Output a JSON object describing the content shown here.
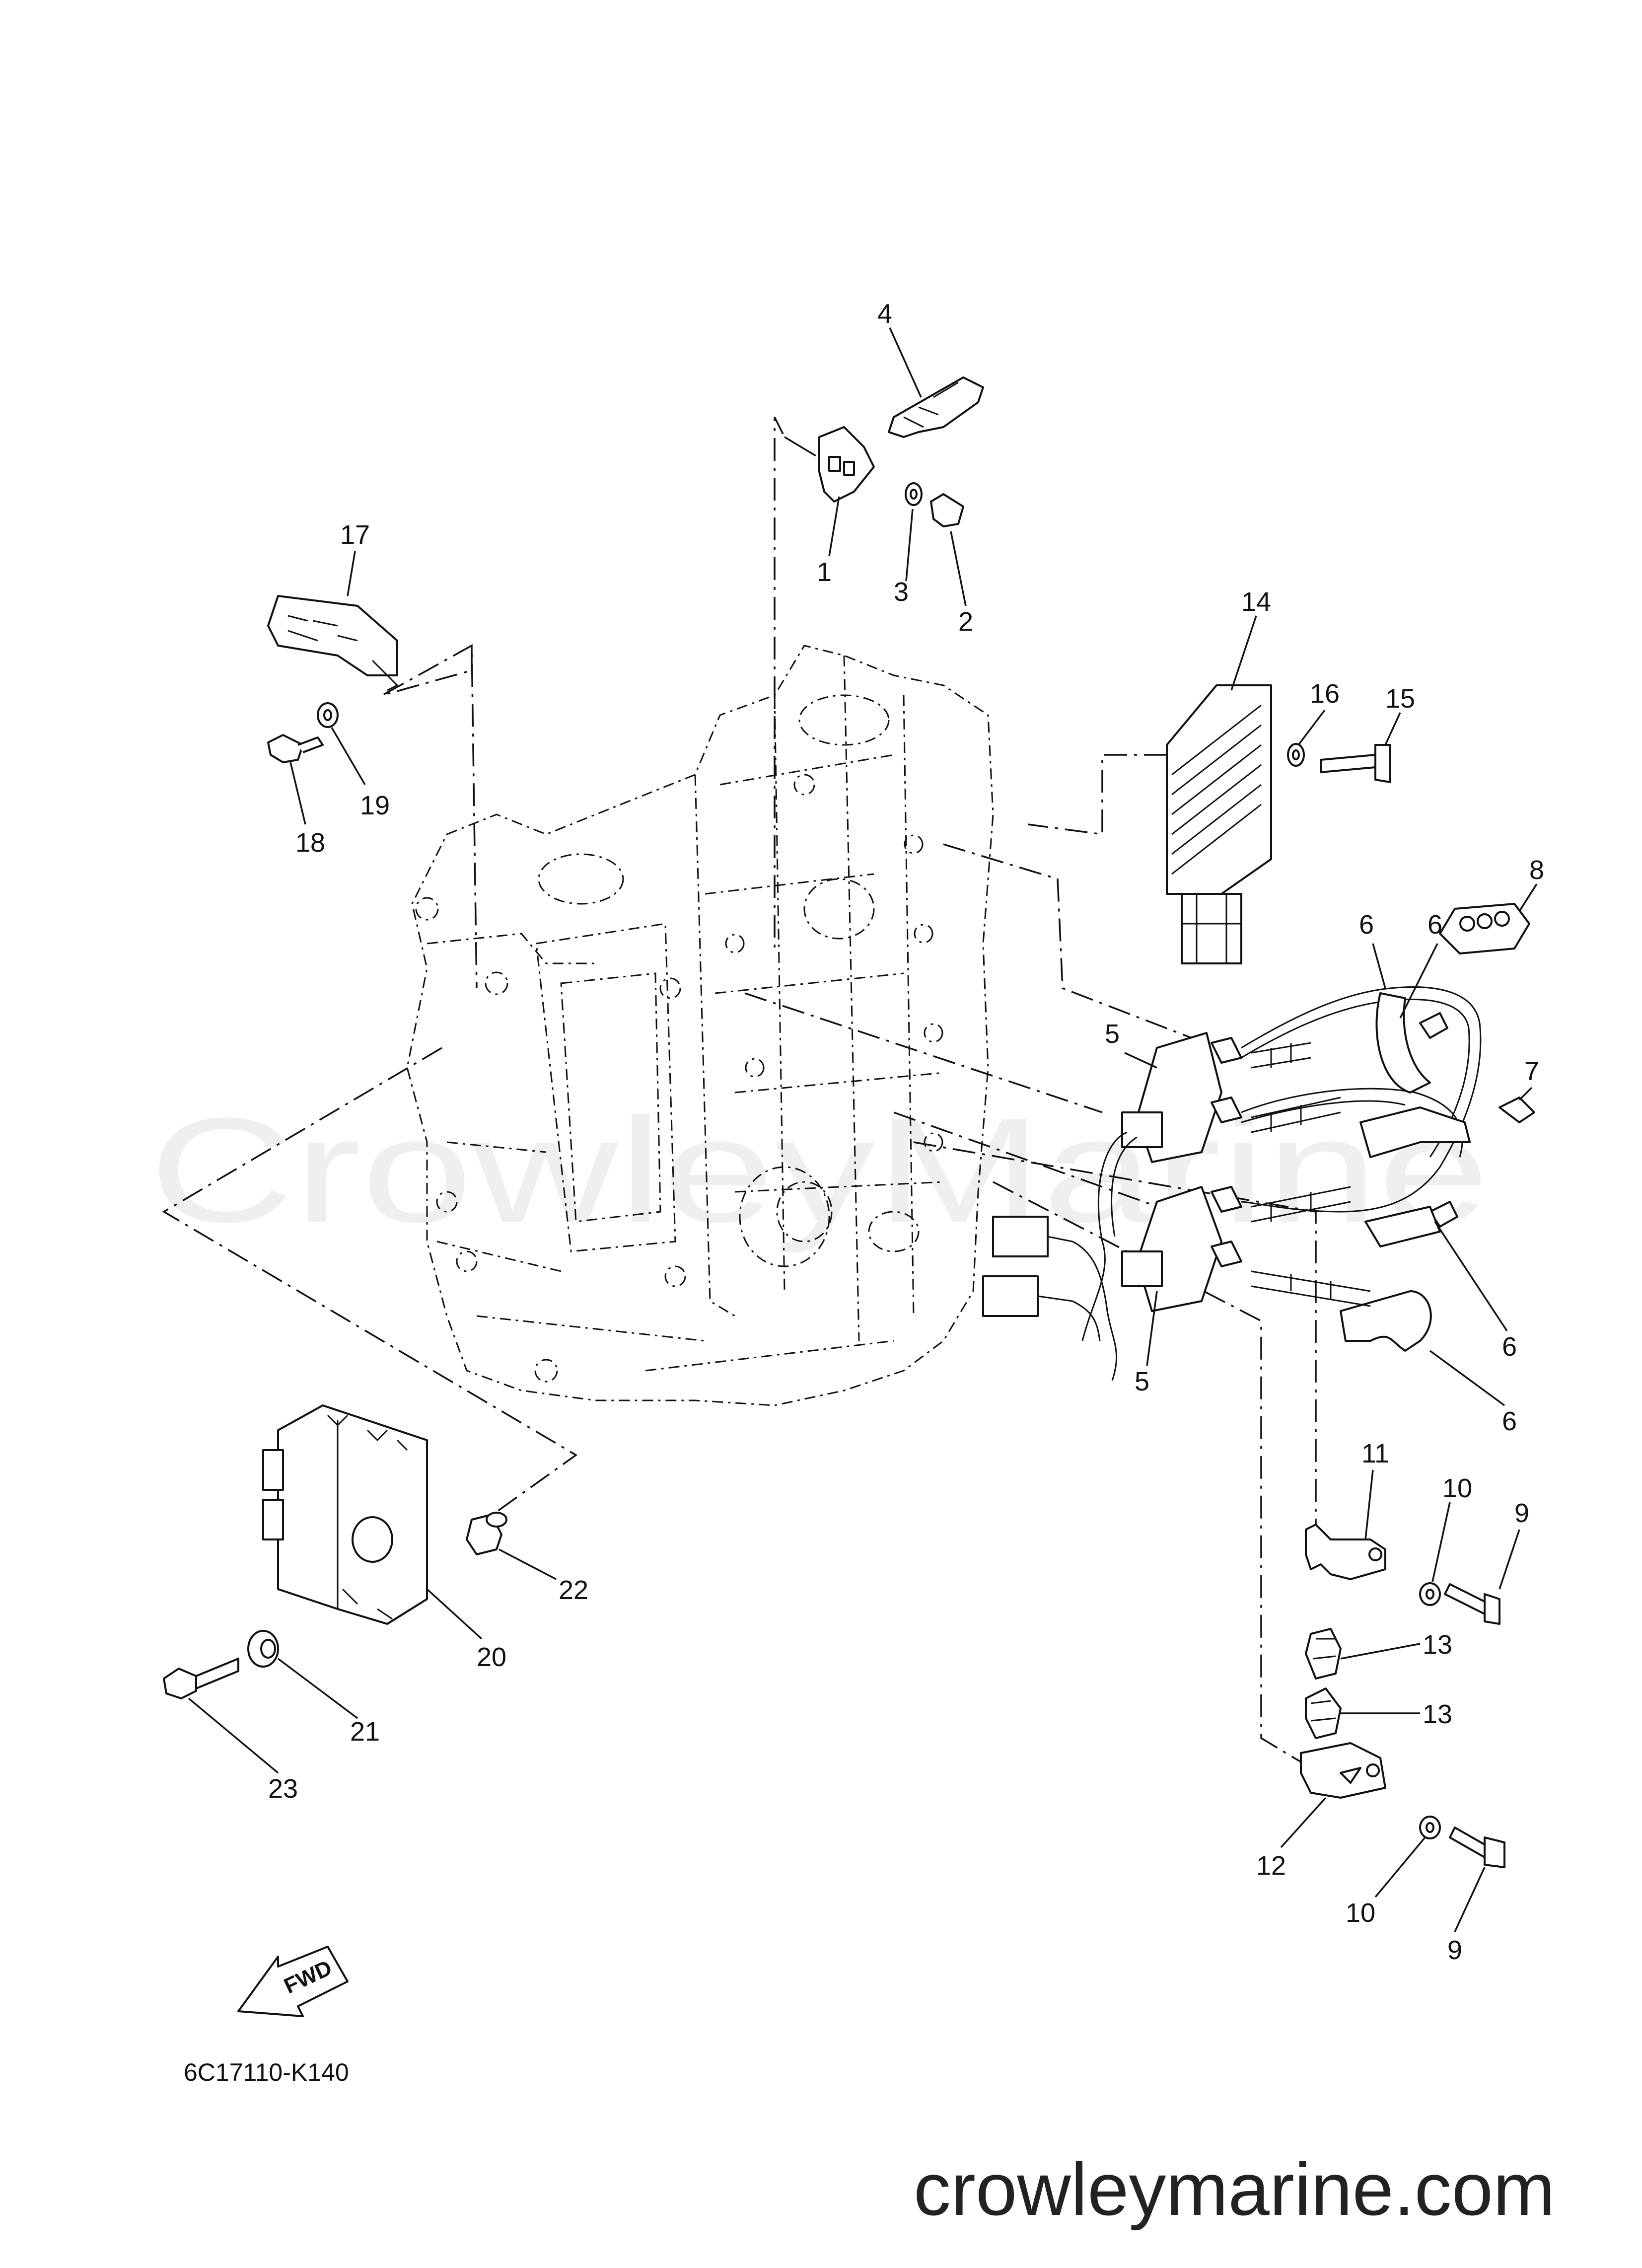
{
  "diagram": {
    "callouts": [
      "1",
      "2",
      "3",
      "4",
      "5",
      "5",
      "6",
      "6",
      "6",
      "6",
      "7",
      "8",
      "9",
      "9",
      "10",
      "10",
      "11",
      "12",
      "13",
      "13",
      "14",
      "15",
      "16",
      "17",
      "18",
      "19",
      "20",
      "21",
      "22",
      "23"
    ],
    "fwd_label": "FWD",
    "drawing_code": "6C17110-K140",
    "watermark": "CrowleyMarine",
    "website": "crowleymarine.com"
  }
}
